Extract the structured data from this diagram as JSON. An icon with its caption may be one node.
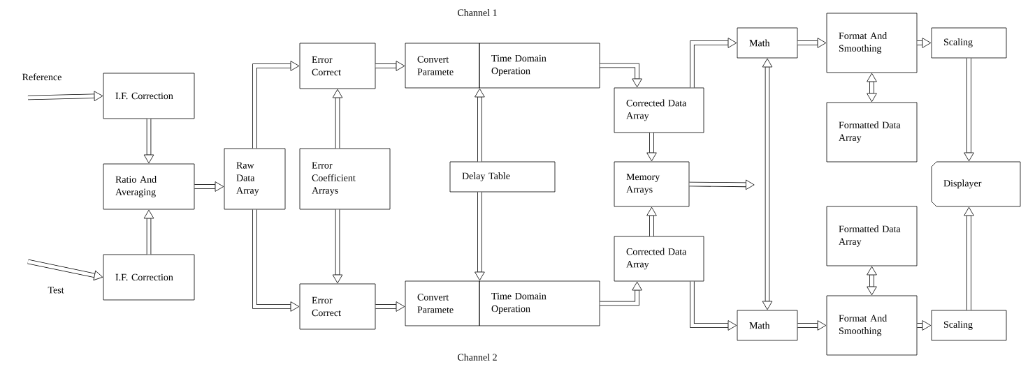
{
  "diagram": {
    "nodes": [
      {
        "text": [
          "I.F. Correction"
        ]
      },
      {
        "text": [
          "Ratio And Averaging"
        ]
      },
      {
        "text": [
          "I.F. Correction"
        ]
      },
      {
        "text": [
          "Raw Data Array"
        ]
      },
      {
        "text": [
          "Error Correct"
        ]
      },
      {
        "text": [
          "Error Coefficient Arrays"
        ]
      },
      {
        "text": [
          "Error Correct"
        ]
      },
      {
        "text": [
          "Convert Paramete"
        ]
      },
      {
        "text": [
          "Time Domain Operation"
        ]
      },
      {
        "text": [
          "Delay Table"
        ]
      },
      {
        "text": [
          "Convert Paramete"
        ]
      },
      {
        "text": [
          "Time Domain Operation"
        ]
      },
      {
        "text": [
          "Corrected Data Array"
        ]
      },
      {
        "text": [
          "Memory Arrays"
        ]
      },
      {
        "text": [
          "Corrected Data Array"
        ]
      },
      {
        "text": [
          "Math"
        ]
      },
      {
        "text": [
          "Math"
        ]
      },
      {
        "text": [
          "Format And Smoothing"
        ]
      },
      {
        "text": [
          "Formatted Data Array"
        ]
      },
      {
        "text": [
          "Formatted Data Array"
        ]
      },
      {
        "text": [
          "Format And Smoothing"
        ]
      },
      {
        "text": [
          "Scaling"
        ]
      },
      {
        "text": [
          "Displayer"
        ]
      },
      {
        "text": [
          "Scaling"
        ]
      }
    ],
    "edges": [
      {
        "from": null,
        "to": 0,
        "arrow": "to",
        "label": "Reference"
      },
      {
        "from": null,
        "to": 2,
        "arrow": "to",
        "label": "Test"
      },
      {
        "from": 0,
        "to": 1,
        "arrow": "to"
      },
      {
        "from": 2,
        "to": 1,
        "arrow": "to"
      },
      {
        "from": 1,
        "to": 3,
        "arrow": "to"
      },
      {
        "from": 3,
        "to": 4,
        "arrow": "to"
      },
      {
        "from": 3,
        "to": 6,
        "arrow": "to"
      },
      {
        "from": 5,
        "to": 4,
        "arrow": "to"
      },
      {
        "from": 5,
        "to": 6,
        "arrow": "to"
      },
      {
        "from": 4,
        "to": 7,
        "arrow": "to"
      },
      {
        "from": 6,
        "to": 10,
        "arrow": "to"
      },
      {
        "from": 9,
        "to": 7,
        "arrow": "to"
      },
      {
        "from": 9,
        "to": 10,
        "arrow": "to"
      },
      {
        "from": 8,
        "to": 12,
        "arrow": "to"
      },
      {
        "from": 11,
        "to": 14,
        "arrow": "to"
      },
      {
        "from": 12,
        "to": 13,
        "arrow": "to"
      },
      {
        "from": 14,
        "to": 13,
        "arrow": "to"
      },
      {
        "from": 13,
        "to": null,
        "arrow": "to"
      },
      {
        "from": 12,
        "to": 15,
        "arrow": "to"
      },
      {
        "from": 14,
        "to": 16,
        "arrow": "to"
      },
      {
        "from": 15,
        "to": 16,
        "arrow": "both"
      },
      {
        "from": 15,
        "to": 17,
        "arrow": "to"
      },
      {
        "from": 16,
        "to": 20,
        "arrow": "to"
      },
      {
        "from": 17,
        "to": 18,
        "arrow": "both"
      },
      {
        "from": 20,
        "to": 19,
        "arrow": "both"
      },
      {
        "from": 17,
        "to": 21,
        "arrow": "to"
      },
      {
        "from": 20,
        "to": 23,
        "arrow": "to"
      },
      {
        "from": 21,
        "to": 22,
        "arrow": "to"
      },
      {
        "from": 23,
        "to": 22,
        "arrow": "to"
      }
    ],
    "labels": [
      "Channel 1",
      "Channel 2"
    ]
  }
}
